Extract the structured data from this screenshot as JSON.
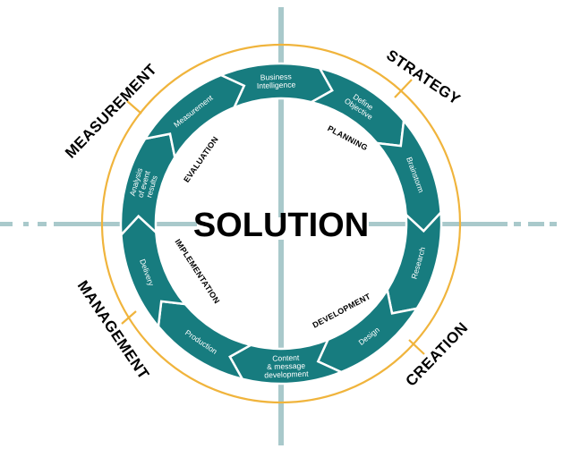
{
  "diagram": {
    "center_label": "SOLUTION",
    "quadrants": [
      {
        "id": "strategy",
        "label": "STRATEGY"
      },
      {
        "id": "creation",
        "label": "CREATION"
      },
      {
        "id": "management",
        "label": "MANAGEMENT"
      },
      {
        "id": "measurement",
        "label": "MEASUREMENT"
      }
    ],
    "phases": [
      {
        "id": "planning",
        "label": "PLANNING"
      },
      {
        "id": "development",
        "label": "DEVELOPMENT"
      },
      {
        "id": "implementation",
        "label": "IMPLEMENTATION"
      },
      {
        "id": "evaluation",
        "label": "EVALUATION"
      }
    ],
    "cycle_steps": [
      {
        "id": "business-intelligence",
        "lines": [
          "Business",
          "Intelligence"
        ]
      },
      {
        "id": "define-objective",
        "lines": [
          "Define",
          "Objective"
        ]
      },
      {
        "id": "brainstorm",
        "lines": [
          "Brainstorm"
        ]
      },
      {
        "id": "research",
        "lines": [
          "Research"
        ]
      },
      {
        "id": "design",
        "lines": [
          "Design"
        ]
      },
      {
        "id": "content-message-development",
        "lines": [
          "Content",
          "& message",
          "development"
        ]
      },
      {
        "id": "production",
        "lines": [
          "Production"
        ]
      },
      {
        "id": "delivery",
        "lines": [
          "Delivery"
        ]
      },
      {
        "id": "analysis-event-results",
        "lines": [
          "Analysis",
          "of event",
          "results"
        ]
      },
      {
        "id": "measurement",
        "lines": [
          "Measurement"
        ]
      }
    ],
    "colors": {
      "ring": "#177c7f",
      "ring_border": "#ffffff",
      "outer_ring": "#f0b43c",
      "axis": "#a9c9cb",
      "text_on_ring": "#ffffff",
      "text": "#000000"
    }
  }
}
